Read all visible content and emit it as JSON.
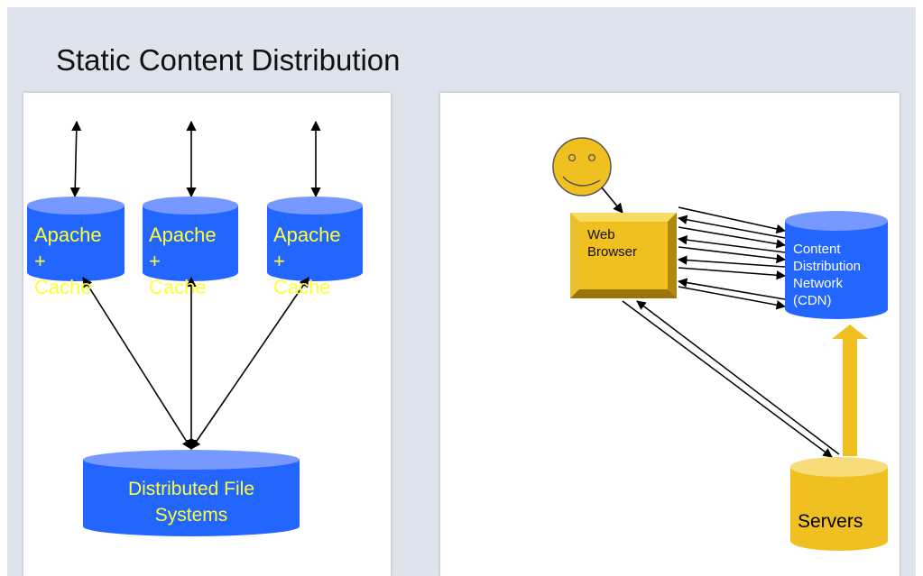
{
  "slide": {
    "title": "Static Content Distribution"
  },
  "left_diagram": {
    "nodes": [
      {
        "line1": "Apache",
        "line2": "+",
        "line3": "Cache"
      },
      {
        "line1": "Apache",
        "line2": "+",
        "line3": "Cache"
      },
      {
        "line1": "Apache",
        "line2": "+",
        "line3": "Cache"
      }
    ],
    "storage": {
      "line1": "Distributed File",
      "line2": "Systems"
    }
  },
  "right_diagram": {
    "browser": {
      "line1": "Web",
      "line2": "Browser"
    },
    "cdn": {
      "line1": "Content",
      "line2": "Distribution",
      "line3": "Network",
      "line4": "(CDN)"
    },
    "servers": {
      "label": "Servers"
    }
  },
  "colors": {
    "cylinder_blue": "#2266ff",
    "cylinder_top_blue": "#7799ff",
    "label_yellow": "#ffff33",
    "gold": "#f0c020",
    "background": "#dfe3ec"
  }
}
